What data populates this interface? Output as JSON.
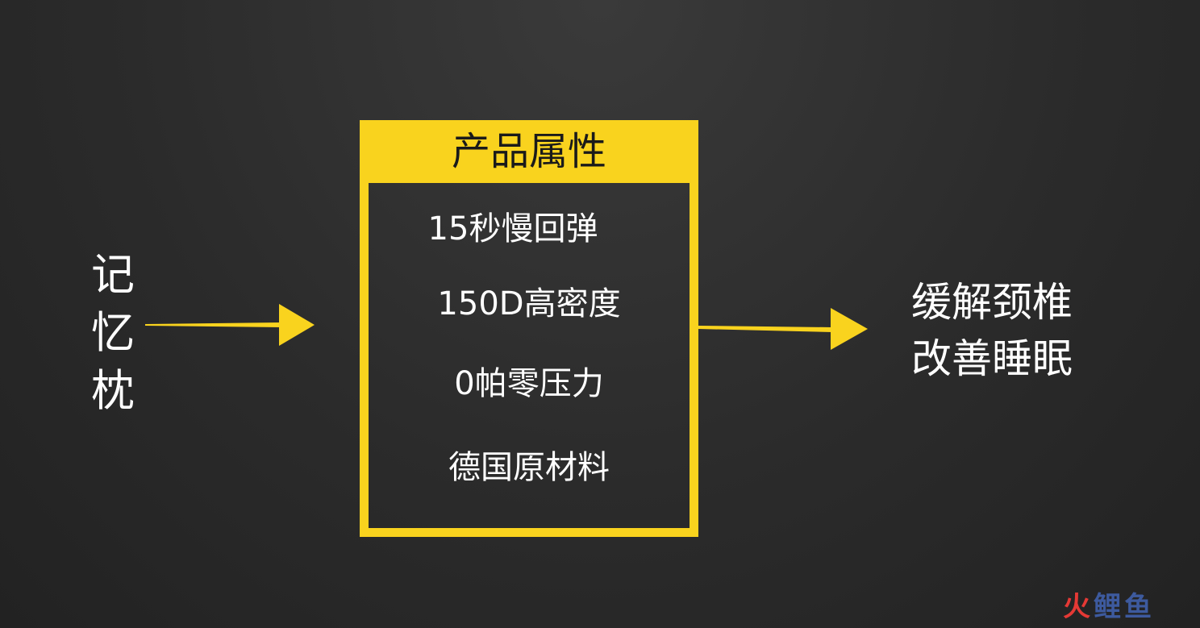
{
  "input": {
    "label": "记忆枕"
  },
  "box": {
    "header": "产品属性",
    "attributes": [
      "15秒慢回弹",
      "150D高密度",
      "0帕零压力",
      "德国原材料"
    ]
  },
  "output": {
    "line1": "缓解颈椎",
    "line2": "改善睡眠"
  },
  "watermark": {
    "char1": "火",
    "char2": "鲤",
    "char3": "鱼"
  },
  "colors": {
    "accent": "#f9d31e",
    "background": "#2b2b2b",
    "text": "#ffffff"
  }
}
